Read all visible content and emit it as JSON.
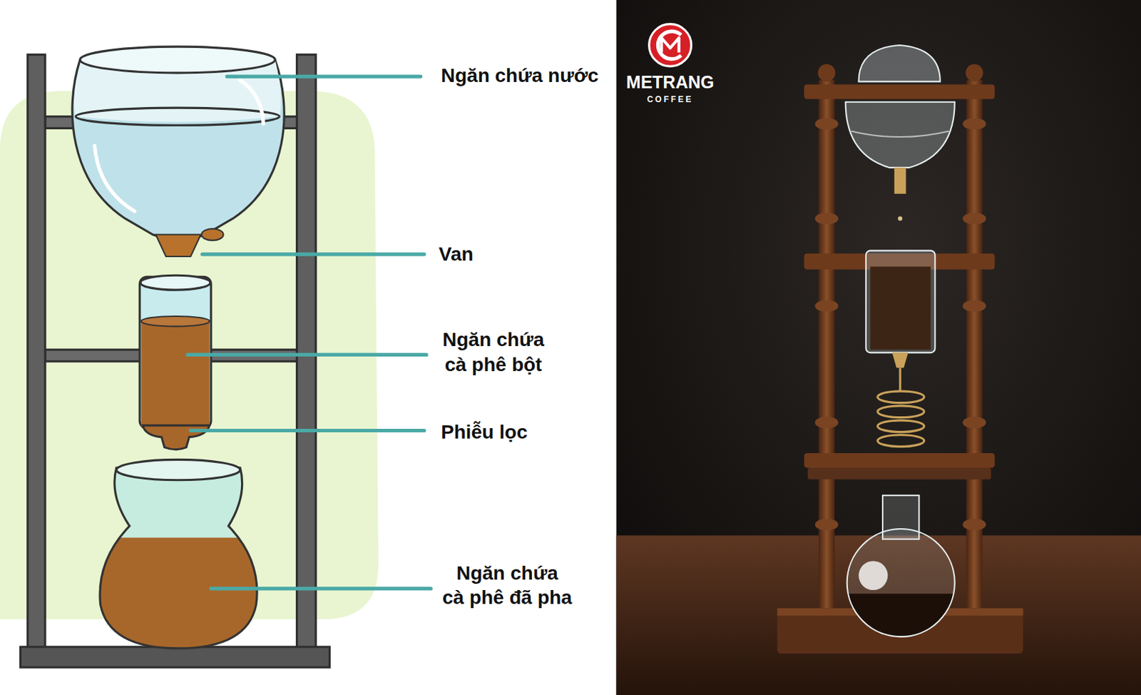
{
  "diagram": {
    "labels": [
      "Ngăn chứa nước",
      "Van",
      "Ngăn chứa cà phê bột",
      "Phiễu lọc",
      "Ngăn chứa cà phê đã pha",
      "METRANG",
      "COFFEE"
    ]
  }
}
